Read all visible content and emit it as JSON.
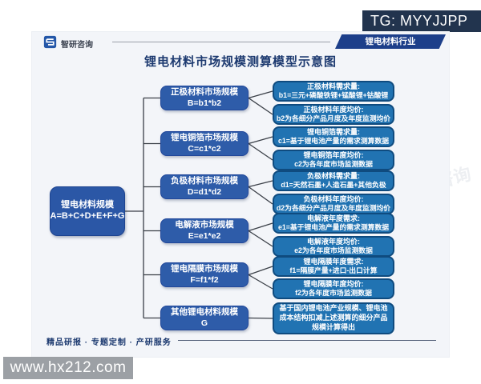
{
  "badge": {
    "tg": "TG: MYYJJPP"
  },
  "header": {
    "logo_text": "智研咨询",
    "industry_tag": "锂电材料行业"
  },
  "title": "锂电材料市场规模测算模型示意图",
  "diagram": {
    "root": {
      "line1": "锂电材料规模",
      "line2": "A=B+C+D+E+F+G"
    },
    "groups": [
      {
        "mid": {
          "line1": "正极材料市场规模",
          "line2": "B=b1*b2"
        },
        "leaves": [
          {
            "line1": "正极材料需求量:",
            "line2": "b1=三元+磷酸铁锂+锰酸锂+钴酸锂"
          },
          {
            "line1": "正极材料年度均价:",
            "line2": "b2为各细分产品月度及年度监测均价"
          }
        ]
      },
      {
        "mid": {
          "line1": "锂电铜箔市场规模",
          "line2": "C=c1*c2"
        },
        "leaves": [
          {
            "line1": "锂电铜箔需求量:",
            "line2": "c1=基于锂电池产量的需求测算数据"
          },
          {
            "line1": "锂电铜箔年度均价:",
            "line2": "c2为各年度市场监测数据"
          }
        ]
      },
      {
        "mid": {
          "line1": "负极材料市场规模",
          "line2": "D=d1*d2"
        },
        "leaves": [
          {
            "line1": "负极材料需求量:",
            "line2": "d1=天然石墨+人造石墨+其他负极"
          },
          {
            "line1": "负极材料年度均价:",
            "line2": "d2为各细分产品月度及年度监测均价"
          }
        ]
      },
      {
        "mid": {
          "line1": "电解液市场规模",
          "line2": "E=e1*e2"
        },
        "leaves": [
          {
            "line1": "电解液年度需求:",
            "line2": "e1=基于锂电池产量的需求测算数据"
          },
          {
            "line1": "电解液年度均价:",
            "line2": "e2为各年度市场监测数据"
          }
        ]
      },
      {
        "mid": {
          "line1": "锂电隔膜市场规模",
          "line2": "F=f1*f2"
        },
        "leaves": [
          {
            "line1": "锂电隔膜年度需求:",
            "line2": "f1=隔膜产量+进口-出口计算"
          },
          {
            "line1": "锂电隔膜年度均价:",
            "line2": "f2为各年度市场监测数据"
          }
        ]
      },
      {
        "mid": {
          "line1": "其他锂电材料规模",
          "line2": "G"
        },
        "leaves": [
          {
            "line1": "基于国内锂电池产业规模、锂电池成本结构扣减上述测算的细分产品规模计算得出"
          }
        ]
      }
    ]
  },
  "footer": {
    "services": "精品研报 · 专题定制 · 产研服务"
  },
  "watermark": {
    "url": "www.hx212.com"
  },
  "colors": {
    "accent_navy": "#1d3a70",
    "node_blue": "#2e5ca9",
    "root_blue": "#2b57a6",
    "leaf_blue": "#2173b2",
    "leaf_border": "#0f4b7f",
    "tg_badge_bg": "#22344e",
    "industry_tag_bg": "#1d3f8a",
    "connector_line": "#3a3f47",
    "url_watermark_bg": "#8e9399"
  }
}
